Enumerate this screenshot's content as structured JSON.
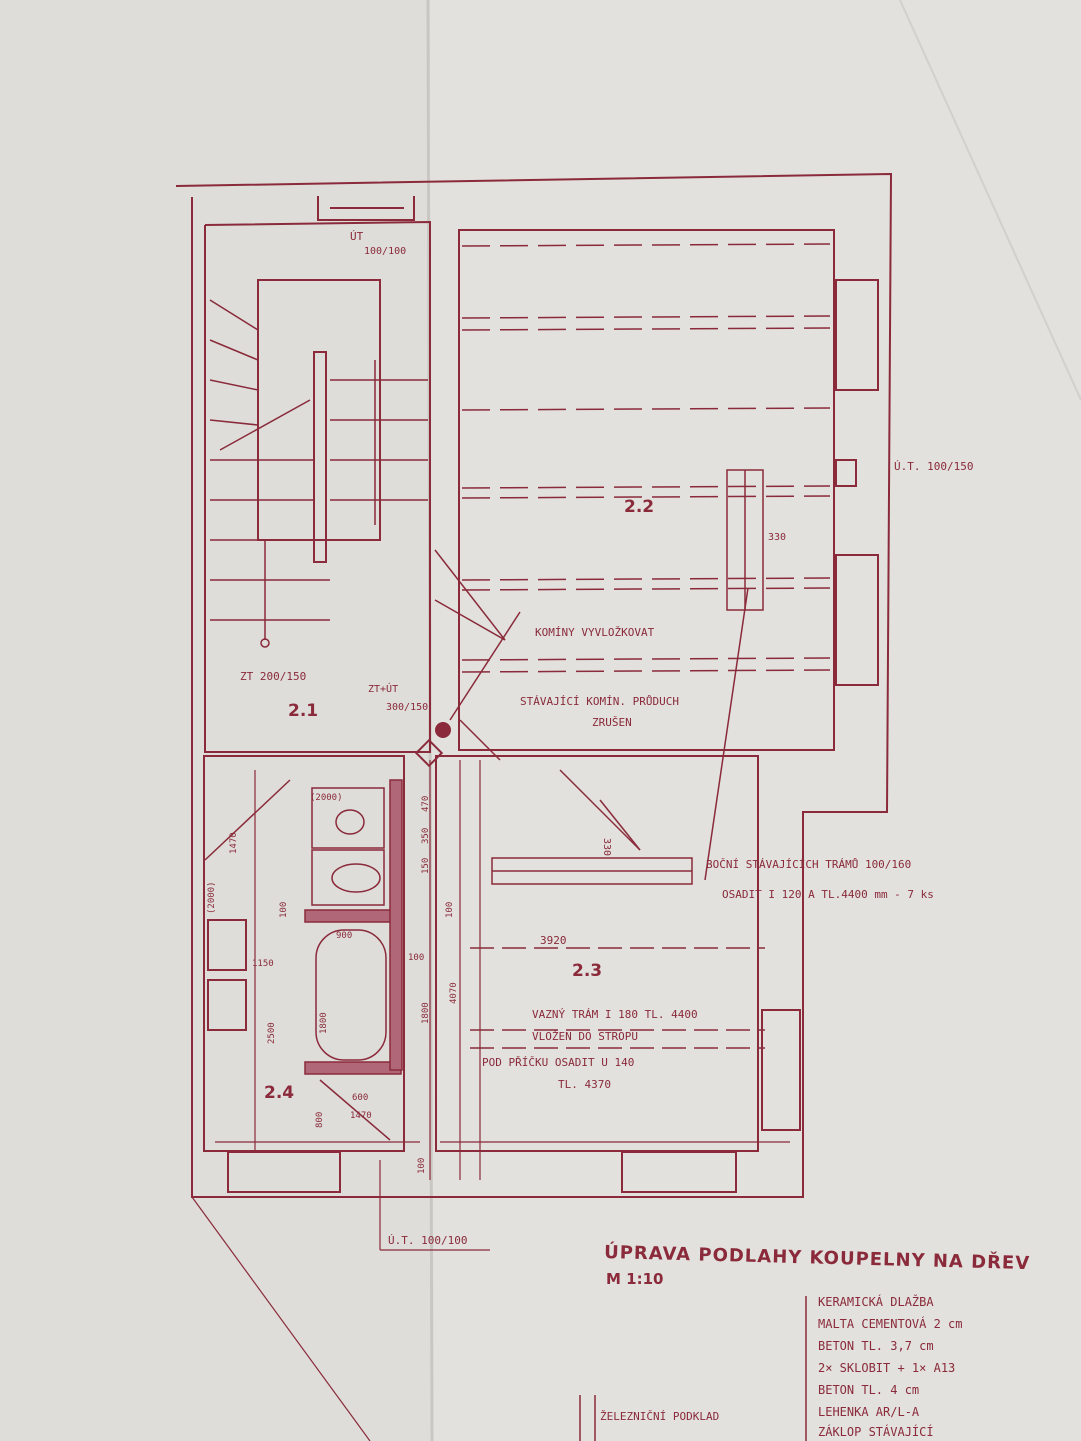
{
  "colors": {
    "paper": "#e2e1dd",
    "ink": "#8a2a3a",
    "ink_light": "#a86070"
  },
  "rooms": {
    "r21": "2.1",
    "r22": "2.2",
    "r23": "2.3",
    "r24": "2.4"
  },
  "labels": {
    "ut_top": "ÚT",
    "ut_top_size": "100/100",
    "ut_right": "Ú.T. 100/150",
    "zt_left": "ZT 200/150",
    "zt_ut": "ZT+ÚT",
    "size_300_150": "300/150",
    "kominy_vylozkovat": "KOMÍNY VYVLOŽKOVAT",
    "stavajici_line1": "STÁVAJÍCÍ KOMÍN. PRŮDUCH",
    "stavajici_line2": "ZRUŠEN",
    "dim_330_upper": "330",
    "dim_330_lower": "330",
    "tram_line1": "BOČNÍ STÁVAJÍCÍCH TRÁMŮ 100/160",
    "tram_line2": "OSADIT I 120 A TL.4400 mm - 7 ks",
    "dim_3920": "3920",
    "vazny_line1": "VAZNÝ TRÁM I 180 TL. 4400",
    "vazny_line2": "VLOŽEN DO STROPU",
    "pod_line1": "POD PŘÍČKU OSADIT U 140",
    "pod_line2": "TL. 4370",
    "ut_bottom": "Ú.T. 100/100",
    "dim_2000a": "(2000)",
    "dim_2000b": "(2000)",
    "dim_1470": "1470",
    "dim_1150": "1150",
    "dim_2500": "2500",
    "dim_900": "900",
    "dim_1800a": "1800",
    "dim_1800b": "1800",
    "dim_4070": "4070",
    "dim_600": "600",
    "dim_1470b": "1470",
    "dim_800": "800",
    "dim_100a": "100",
    "dim_100b": "100",
    "dim_100c": "100",
    "dim_100d": "100",
    "dim_150": "150",
    "dim_350": "350",
    "dim_470": "470"
  },
  "title": {
    "line1": "ÚPRAVA PODLAHY KOUPELNY NA DŘEV",
    "line2": "M 1:10"
  },
  "legend": [
    "KERAMICKÁ DLAŽBA",
    "MALTA CEMENTOVÁ 2 cm",
    "BETON TL. 3,7 cm",
    "2× SKLOBIT + 1× A13",
    "BETON TL. 4 cm",
    "LEHENKA AR/L-A",
    "ZÁKLOP STÁVAJÍCÍ"
  ],
  "section_label": "ŽELEZNIČNÍ PODKLAD"
}
